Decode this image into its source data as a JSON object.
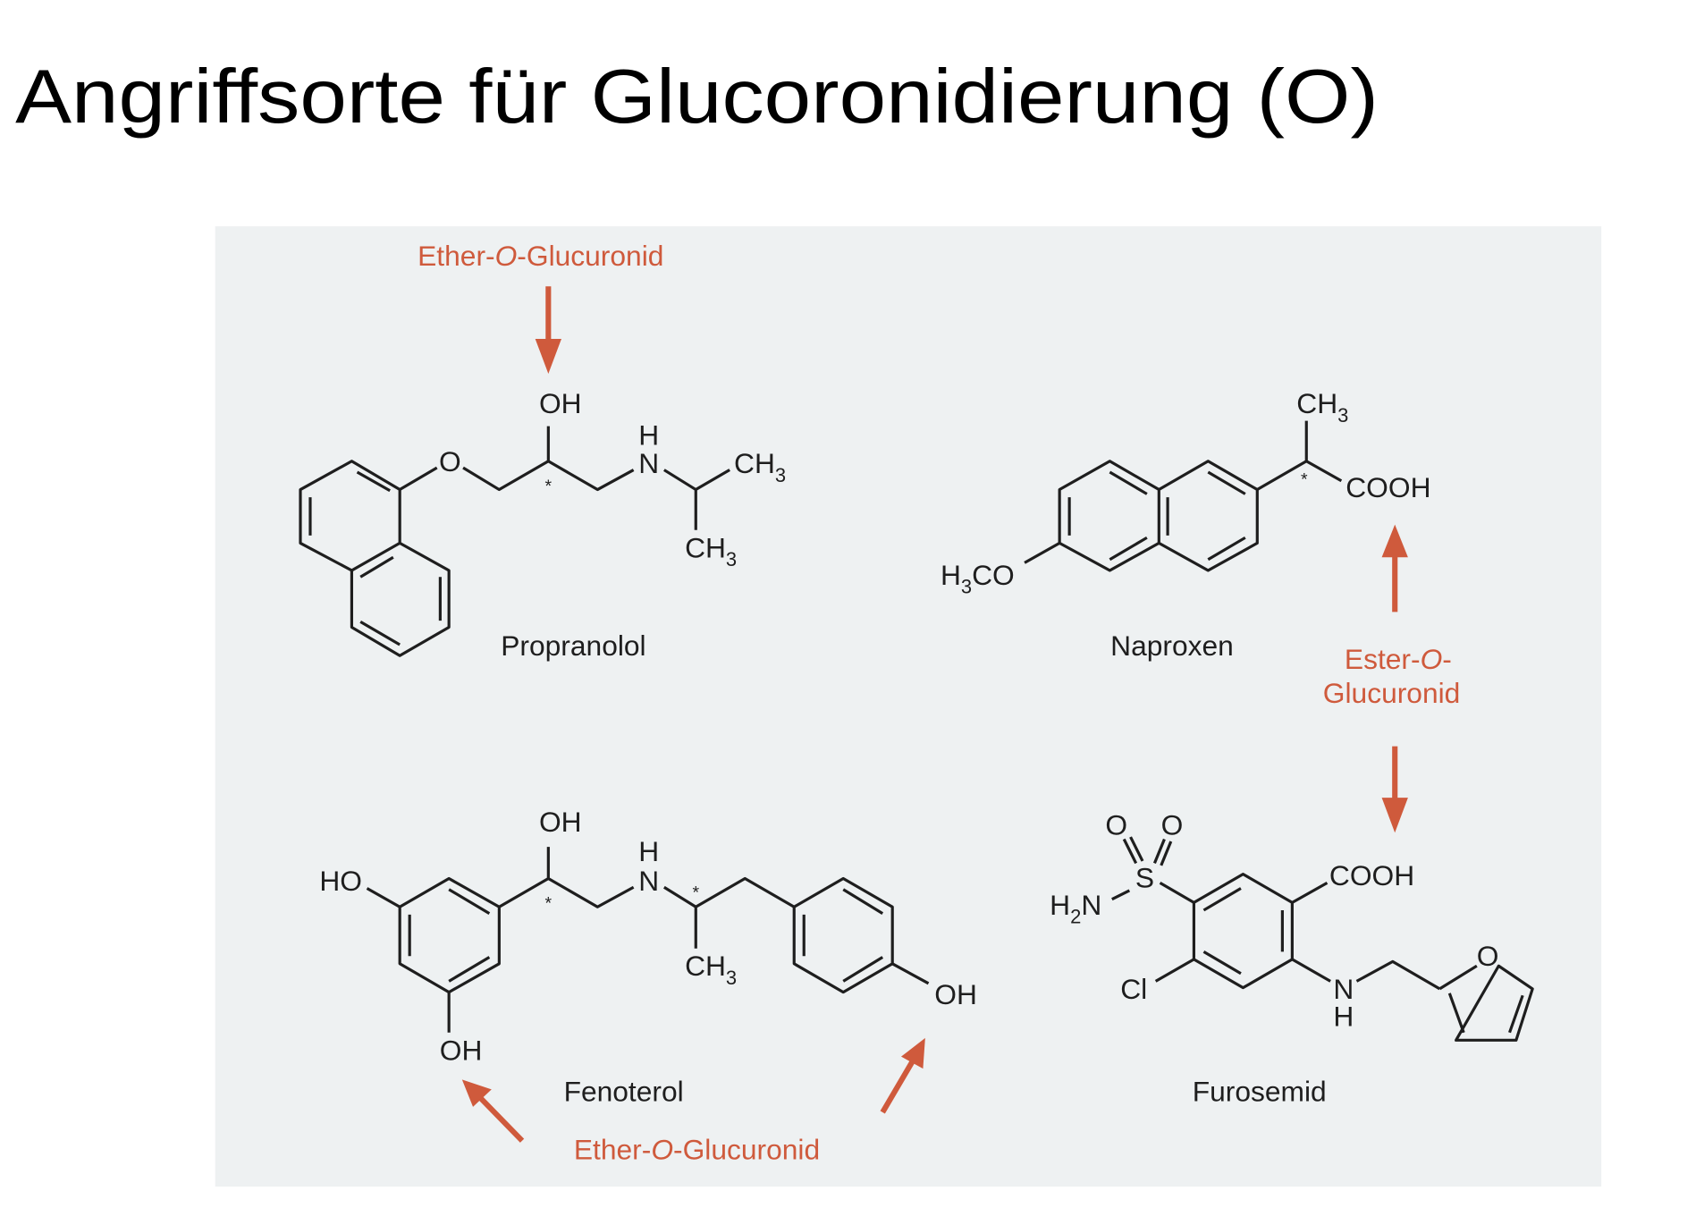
{
  "title": "Angriffsorte für Glucoronidierung (O)",
  "colors": {
    "accent": "#cf5a3c",
    "panel": "#eef1f2"
  },
  "annotations": {
    "ether_top": {
      "pre": "Ether-",
      "o": "O",
      "post": "-Glucuronid"
    },
    "ester": {
      "line1_pre": "Ester-",
      "o": "O",
      "line1_post": "-",
      "line2": "Glucuronid"
    },
    "ether_bottom": {
      "pre": "Ether-",
      "o": "O",
      "post": "-Glucuronid"
    }
  },
  "molecules": {
    "propranolol": {
      "name": "Propranolol",
      "atoms": {
        "o": "O",
        "oh": "OH",
        "h": "H",
        "n": "N",
        "ch3a": "CH",
        "ch3b": "CH",
        "sub3": "3",
        "star": "*"
      }
    },
    "naproxen": {
      "name": "Naproxen",
      "atoms": {
        "ch3": "CH",
        "cooh": "COOH",
        "h3co_h": "H",
        "h3co_rest": "CO",
        "sub3": "3",
        "star": "*"
      }
    },
    "fenoterol": {
      "name": "Fenoterol",
      "atoms": {
        "ho": "HO",
        "oh_top": "OH",
        "oh_bottom": "OH",
        "oh_right": "OH",
        "h": "H",
        "n": "N",
        "ch3": "CH",
        "sub3": "3",
        "star": "*"
      }
    },
    "furosemid": {
      "name": "Furosemid",
      "atoms": {
        "o1": "O",
        "o2": "O",
        "s": "S",
        "h2n_h": "H",
        "h2n_n": "N",
        "sub2": "2",
        "cl": "Cl",
        "cooh": "COOH",
        "n": "N",
        "h": "H",
        "o_furan": "O"
      }
    }
  }
}
